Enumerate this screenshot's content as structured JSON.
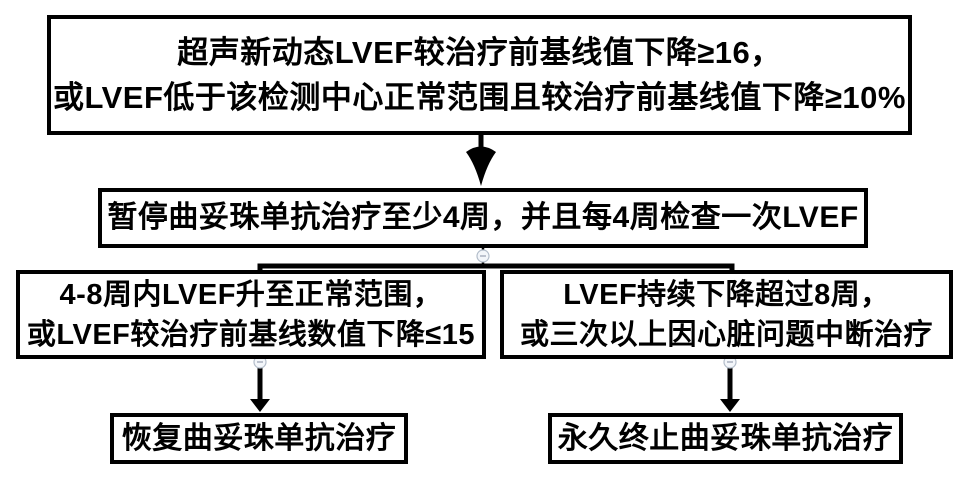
{
  "diagram": {
    "type": "flowchart",
    "language": "zh-CN",
    "topic": "LVEF monitoring and trastuzumab treatment decision flow",
    "nodes": {
      "condition": {
        "line1": "超声新动态LVEF较治疗前基线值下降≥16，",
        "line2": "或LVEF低于该检测中心正常范围且较治疗前基线值下降≥10%"
      },
      "pause": {
        "label": "暂停曲妥珠单抗治疗至少4周，并且每4周检查一次LVEF"
      },
      "branch_left": {
        "line1": "4-8周内LVEF升至正常范围，",
        "line2": "或LVEF较治疗前基线数值下降≤15"
      },
      "branch_right": {
        "line1": "LVEF持续下降超过8周，",
        "line2": "或三次以上因心脏问题中断治疗"
      },
      "outcome_left": {
        "label": "恢复曲妥珠单抗治疗"
      },
      "outcome_right": {
        "label": "永久终止曲妥珠单抗治疗"
      }
    },
    "edges": [
      {
        "from": "condition",
        "to": "pause",
        "style": "flared-down-arrow"
      },
      {
        "from": "pause",
        "to": "branch_left",
        "style": "elbow"
      },
      {
        "from": "pause",
        "to": "branch_right",
        "style": "elbow"
      },
      {
        "from": "branch_left",
        "to": "outcome_left",
        "style": "straight-down-arrow"
      },
      {
        "from": "branch_right",
        "to": "outcome_right",
        "style": "straight-down-arrow"
      }
    ],
    "colors": {
      "border": "#000000",
      "text": "#000000",
      "background": "#ffffff",
      "connector": "#000000",
      "handle_fill": "#f3f6fa",
      "handle_stroke": "#b3bdca",
      "handle_minus": "#97a1b0"
    }
  }
}
